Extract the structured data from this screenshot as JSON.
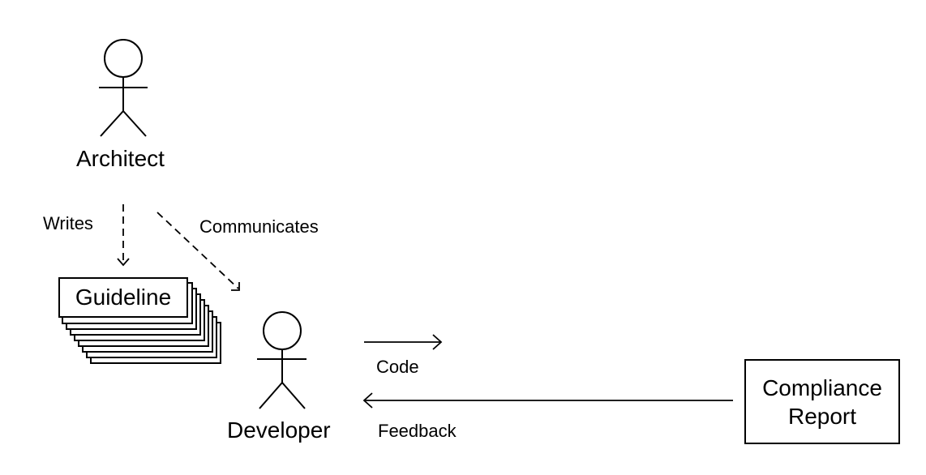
{
  "actors": {
    "architect": {
      "label": "Architect"
    },
    "developer": {
      "label": "Developer"
    }
  },
  "artifacts": {
    "guideline": {
      "label": "Guideline"
    },
    "compliance_report": {
      "label_line1": "Compliance",
      "label_line2": "Report"
    }
  },
  "edges": {
    "writes": {
      "label": "Writes"
    },
    "communicates": {
      "label": "Communicates"
    },
    "code": {
      "label": "Code"
    },
    "feedback": {
      "label": "Feedback"
    }
  }
}
